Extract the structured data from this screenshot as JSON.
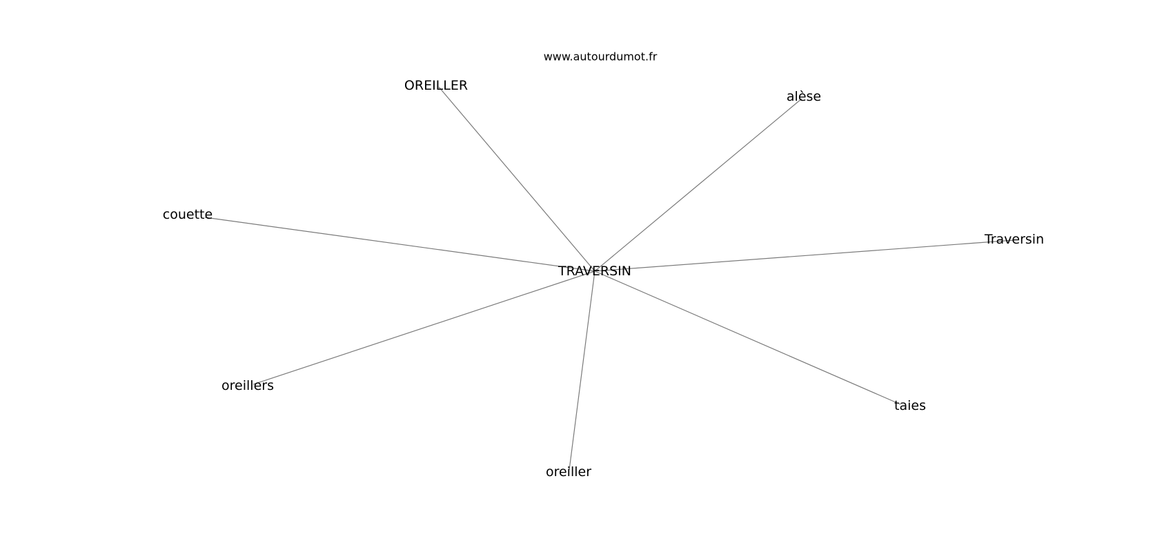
{
  "header": {
    "site": "www.autourdumot.fr"
  },
  "graph": {
    "center": "TRAVERSIN",
    "nodes": [
      "OREILLER",
      "alèse",
      "couette",
      "Traversin",
      "oreillers",
      "taies",
      "oreiller"
    ],
    "edge_color": "#7a7a7a"
  }
}
